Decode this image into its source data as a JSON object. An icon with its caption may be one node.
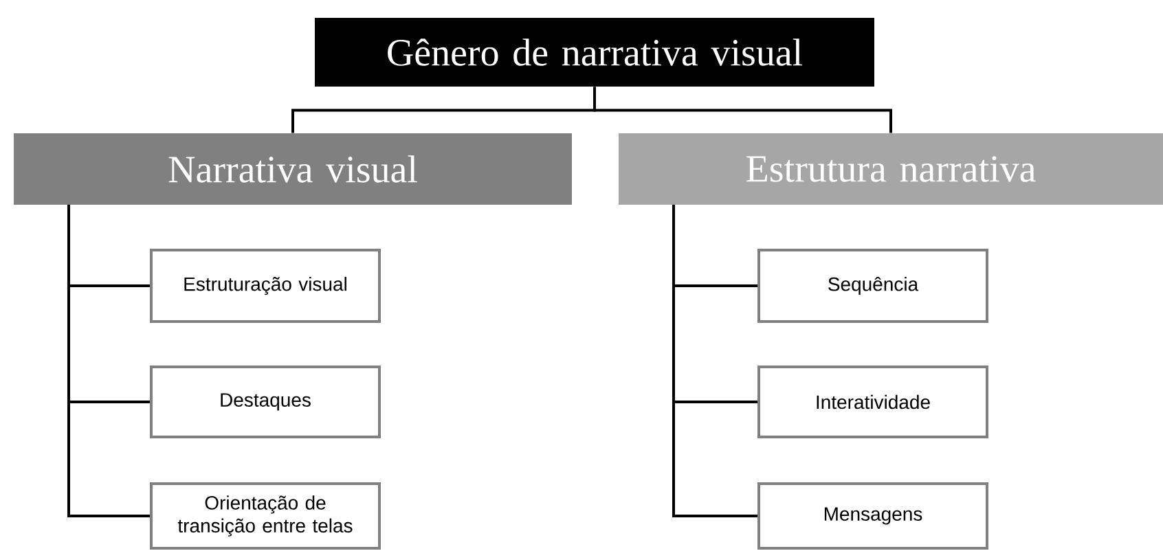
{
  "diagram": {
    "nodes": [
      {
        "text": [
          "Gênero de narrativa visual"
        ]
      },
      {
        "text": [
          "Narrativa visual"
        ]
      },
      {
        "text": [
          "Estrutura narrativa"
        ]
      },
      {
        "text": [
          "Estruturação visual"
        ]
      },
      {
        "text": [
          "Destaques"
        ]
      },
      {
        "text": [
          "Orientação de transição entre telas"
        ]
      },
      {
        "text": [
          "Sequência"
        ]
      },
      {
        "text": [
          "Interatividade"
        ]
      },
      {
        "text": [
          "Mensagens"
        ]
      }
    ],
    "edges": [
      {
        "from": 0,
        "to": 1,
        "arrow": "none"
      },
      {
        "from": 0,
        "to": 2,
        "arrow": "none"
      },
      {
        "from": 1,
        "to": 3,
        "arrow": "none"
      },
      {
        "from": 1,
        "to": 4,
        "arrow": "none"
      },
      {
        "from": 1,
        "to": 5,
        "arrow": "none"
      },
      {
        "from": 2,
        "to": 6,
        "arrow": "none"
      },
      {
        "from": 2,
        "to": 7,
        "arrow": "none"
      },
      {
        "from": 2,
        "to": 8,
        "arrow": "none"
      }
    ]
  }
}
